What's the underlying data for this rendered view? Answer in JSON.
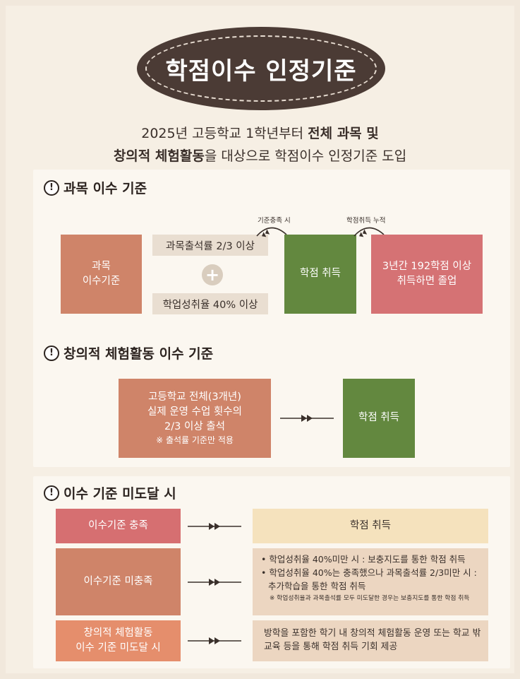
{
  "title": "학점이수 인정기준",
  "intro": {
    "line1_a": "2025년 고등학교 1학년부터 ",
    "line1_b": "전체 과목 및",
    "line2_a": "창의적 체험활동",
    "line2_b": "을 대상으로 학점이수 인정기준 도입"
  },
  "section1": {
    "heading": "과목 이수 기준",
    "icon": "exclamation-circle-icon",
    "subject_box": [
      "과목",
      "이수기준"
    ],
    "condition1": "과목출석률 2/3 이상",
    "condition2": "학업성취율 40% 이상",
    "plus_icon": "plus-circle-icon",
    "arrow1_label": "기준충족 시",
    "credit_box": "학점 취득",
    "arrow2_label": "학점취득 누적",
    "graduate_box": [
      "3년간 192학점 이상",
      "취득하면 졸업"
    ]
  },
  "section2": {
    "heading": "창의적 체험활동 이수 기준",
    "icon": "exclamation-circle-icon",
    "left_box": [
      "고등학교 전체(3개년)",
      "실제 운영 수업 횟수의",
      "2/3 이상 출석"
    ],
    "left_note": "※ 출석률 기준만 적용",
    "right_box": "학점 취득"
  },
  "section3": {
    "heading": "이수 기준 미도달 시",
    "icon": "exclamation-circle-icon",
    "rows": [
      {
        "left": [
          "이수기준 충족"
        ],
        "right": "학점 취득"
      },
      {
        "left": [
          "이수기준 미충족"
        ],
        "bullet1": "학업성취율 40%미만 시 : 보충지도를 통한 학점 취득",
        "bullet2a": "학업성취율 40%는 충족했으나 과목출석률 2/3미만 시 :",
        "bullet2b": "추가학습을 통한 학점 취득",
        "fine": "※ 학업성취율과 과목출석률 모두 미도달한 경우는 보충지도를 통한 학점 취득"
      },
      {
        "left": [
          "창의적 체험활동",
          "이수 기준 미도달 시"
        ],
        "right_a": "방학을 포함한 학기 내 창의적 체험활동 운영 또는 학교 밖",
        "right_b": "교육 등을 통해 학점 취득 기회 제공"
      }
    ]
  },
  "colors": {
    "background": "#f1e8dc",
    "oval": "#4b3b35",
    "salmon": "#cf8469",
    "green": "#63883f",
    "rose": "#d57274",
    "orange": "#e58e6c",
    "beige": "#f5e2bd",
    "tan": "#ecd6c1"
  }
}
